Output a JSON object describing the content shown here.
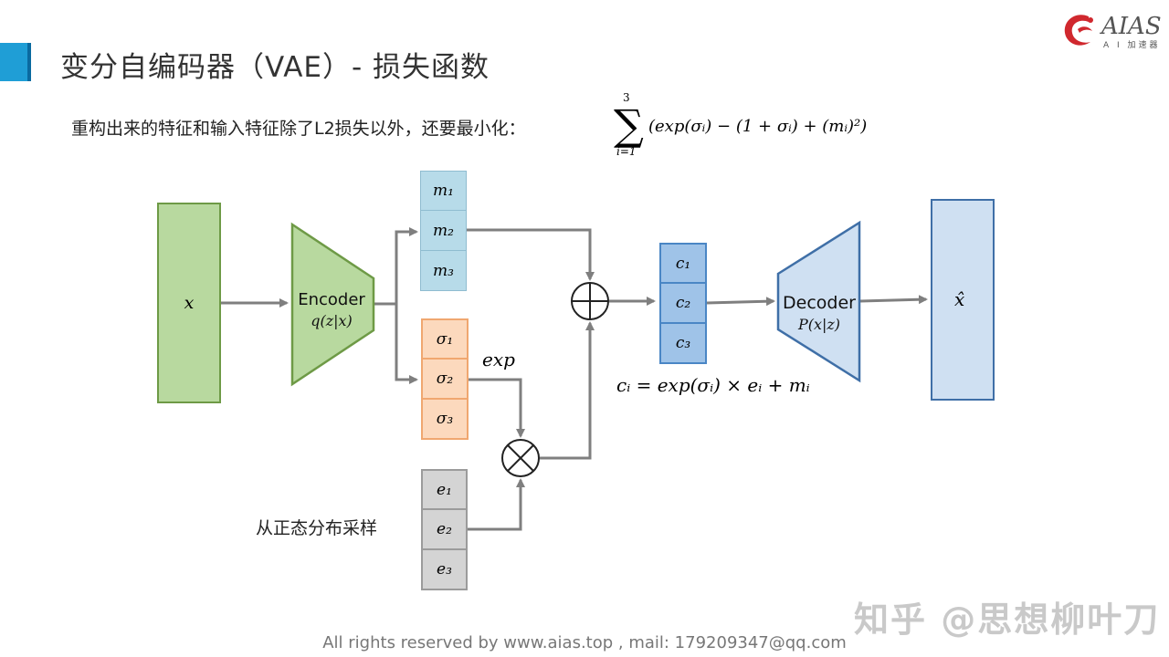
{
  "header": {
    "title": "变分自编码器（VAE）- 损失函数",
    "logo_text": "AIAS",
    "logo_sub": "A I 加速器"
  },
  "intro": {
    "text": "重构出来的特征和输入特征除了L2损失以外，还要最小化："
  },
  "loss_formula": {
    "sum_upper": "3",
    "sum_lower": "i=1",
    "body": "(exp(σᵢ) − (1 + σᵢ) + (mᵢ)²)"
  },
  "diagram": {
    "input_label": "x",
    "encoder": {
      "name": "Encoder",
      "formula": "q(z|x)"
    },
    "mean_cells": [
      "m₁",
      "m₂",
      "m₃"
    ],
    "sigma_cells": [
      "σ₁",
      "σ₂",
      "σ₃"
    ],
    "exp_label": "exp",
    "noise_cells": [
      "e₁",
      "e₂",
      "e₃"
    ],
    "noise_label": "从正态分布采样",
    "code_cells": [
      "c₁",
      "c₂",
      "c₃"
    ],
    "code_formula": "cᵢ = exp(σᵢ) × eᵢ + mᵢ",
    "decoder": {
      "name": "Decoder",
      "formula": "P(x|z)"
    },
    "output_label": "x̂"
  },
  "footer": {
    "text": "All rights reserved by www.aias.top , mail: 179209347@qq.com"
  },
  "watermark": {
    "text": "知乎 @思想柳叶刀"
  },
  "colors": {
    "title_accent": "#1f9ed6",
    "input_fill": "#b8d99f",
    "input_border": "#6e9a46",
    "mean_fill": "#b7dbe9",
    "mean_border": "#8fbcd0",
    "sigma_fill": "#fcd9bd",
    "sigma_border": "#f0a770",
    "noise_fill": "#d4d4d4",
    "noise_border": "#9b9b9b",
    "code_fill": "#9fc3e8",
    "code_border": "#4a86c5",
    "decoder_fill": "#cfe0f2",
    "decoder_border": "#3f6fa7",
    "output_fill": "#cfe0f2",
    "output_border": "#3f6fa7",
    "arrow": "#7f7f7f",
    "logo_red": "#d0282e"
  }
}
